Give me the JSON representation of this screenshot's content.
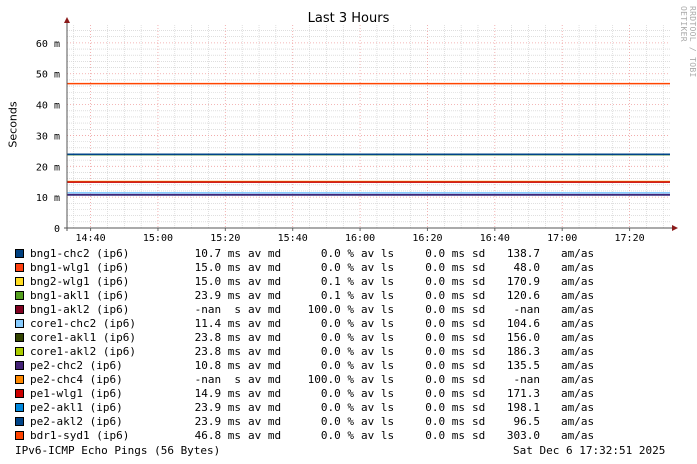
{
  "chart_data": {
    "type": "line",
    "title": "Last 3 Hours",
    "ylabel": "Seconds",
    "xlabel": "",
    "ylim": [
      0,
      65.8
    ],
    "y_ticks": [
      {
        "v": 0,
        "label": "0"
      },
      {
        "v": 10,
        "label": "10 m"
      },
      {
        "v": 20,
        "label": "20 m"
      },
      {
        "v": 30,
        "label": "30 m"
      },
      {
        "v": 40,
        "label": "40 m"
      },
      {
        "v": 50,
        "label": "50 m"
      },
      {
        "v": 60,
        "label": "60 m"
      }
    ],
    "x_range_minutes": [
      873,
      1052
    ],
    "x_ticks": [
      {
        "m": 880,
        "label": "14:40"
      },
      {
        "m": 900,
        "label": "15:00"
      },
      {
        "m": 920,
        "label": "15:20"
      },
      {
        "m": 940,
        "label": "15:40"
      },
      {
        "m": 960,
        "label": "16:00"
      },
      {
        "m": 980,
        "label": "16:20"
      },
      {
        "m": 1000,
        "label": "16:40"
      },
      {
        "m": 1020,
        "label": "17:00"
      },
      {
        "m": 1040,
        "label": "17:20"
      }
    ],
    "grid": true,
    "watermark": "RRDTOOL / TOBI OETIKER",
    "legend_labels": {
      "median": "av md",
      "loss": "av ls",
      "sd": "sd",
      "amas": "am/as"
    },
    "series": [
      {
        "name": "bng1-chc2 (ip6)",
        "color": "#004080",
        "median_ms": 10.7,
        "median": "10.7 ms",
        "loss": "0.0 %",
        "sd": "0.0 ms",
        "amas": "138.7"
      },
      {
        "name": "bng1-wlg1 (ip6)",
        "color": "#ff4010",
        "median_ms": 15.0,
        "median": "15.0 ms",
        "loss": "0.0 %",
        "sd": "0.0 ms",
        "amas": "48.0"
      },
      {
        "name": "bng2-wlg1 (ip6)",
        "color": "#ffdd22",
        "median_ms": 15.0,
        "median": "15.0 ms",
        "loss": "0.1 %",
        "sd": "0.0 ms",
        "amas": "170.9"
      },
      {
        "name": "bng1-akl1 (ip6)",
        "color": "#55a020",
        "median_ms": 23.9,
        "median": "23.9 ms",
        "loss": "0.1 %",
        "sd": "0.0 ms",
        "amas": "120.6"
      },
      {
        "name": "bng1-akl2 (ip6)",
        "color": "#800020",
        "median_ms": null,
        "median": "-nan  s",
        "loss": "100.0 %",
        "sd": "0.0 ms",
        "amas": "-nan"
      },
      {
        "name": "core1-chc2 (ip6)",
        "color": "#88ccff",
        "median_ms": 11.4,
        "median": "11.4 ms",
        "loss": "0.0 %",
        "sd": "0.0 ms",
        "amas": "104.6"
      },
      {
        "name": "core1-akl1 (ip6)",
        "color": "#334400",
        "median_ms": 23.8,
        "median": "23.8 ms",
        "loss": "0.0 %",
        "sd": "0.0 ms",
        "amas": "156.0"
      },
      {
        "name": "core1-akl2 (ip6)",
        "color": "#aacc00",
        "median_ms": 23.8,
        "median": "23.8 ms",
        "loss": "0.0 %",
        "sd": "0.0 ms",
        "amas": "186.3"
      },
      {
        "name": "pe2-chc2 (ip6)",
        "color": "#442277",
        "median_ms": 10.8,
        "median": "10.8 ms",
        "loss": "0.0 %",
        "sd": "0.0 ms",
        "amas": "135.5"
      },
      {
        "name": "pe2-chc4 (ip6)",
        "color": "#ff8800",
        "median_ms": null,
        "median": "-nan  s",
        "loss": "100.0 %",
        "sd": "0.0 ms",
        "amas": "-nan"
      },
      {
        "name": "pe1-wlg1 (ip6)",
        "color": "#cc0000",
        "median_ms": 14.9,
        "median": "14.9 ms",
        "loss": "0.0 %",
        "sd": "0.0 ms",
        "amas": "171.3"
      },
      {
        "name": "pe2-akl1 (ip6)",
        "color": "#0088dd",
        "median_ms": 23.9,
        "median": "23.9 ms",
        "loss": "0.0 %",
        "sd": "0.0 ms",
        "amas": "198.1"
      },
      {
        "name": "pe2-akl2 (ip6)",
        "color": "#004488",
        "median_ms": 23.9,
        "median": "23.9 ms",
        "loss": "0.0 %",
        "sd": "0.0 ms",
        "amas": "96.5"
      },
      {
        "name": "bdr1-syd1 (ip6)",
        "color": "#ff4400",
        "median_ms": 46.8,
        "median": "46.8 ms",
        "loss": "0.0 %",
        "sd": "0.0 ms",
        "amas": "303.0"
      }
    ]
  },
  "footer": {
    "probe": "IPv6-ICMP Echo Pings (56 Bytes)",
    "timestamp": "Sat Dec  6 17:32:51 2025"
  }
}
